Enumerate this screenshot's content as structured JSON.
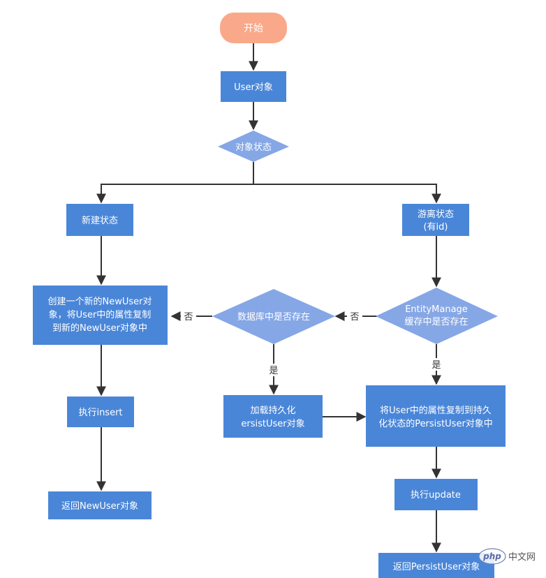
{
  "flowchart": {
    "start": "开始",
    "user_object": "User对象",
    "object_state": "对象状态",
    "new_state": "新建状态",
    "detached_state": [
      "游离状态",
      "(有id)"
    ],
    "create_new_user": [
      "创建一个新的NewUser对",
      "象，将User中的属性复制",
      "到新的NewUser对象中"
    ],
    "db_exists": "数据库中是否存在",
    "em_cache_exists": [
      "EntityManage",
      "缓存中是否存在"
    ],
    "exec_insert": "执行insert",
    "load_persist": [
      "加载持久化",
      "ersistUser对象"
    ],
    "copy_to_persist": [
      "将User中的属性复制到持久",
      "化状态的PersistUser对象中"
    ],
    "exec_update": "执行update",
    "return_new_user": "返回NewUser对象",
    "return_persist_user": "返回PersistUser对象",
    "label_no_1": "否",
    "label_no_2": "否",
    "label_yes_1": "是",
    "label_yes_2": "是"
  },
  "watermark": {
    "logo": "php",
    "site": "中文网"
  },
  "colors": {
    "box": "#4a86d8",
    "diamond": "#86a7e6",
    "start": "#f9a98a",
    "line": "#333333"
  }
}
